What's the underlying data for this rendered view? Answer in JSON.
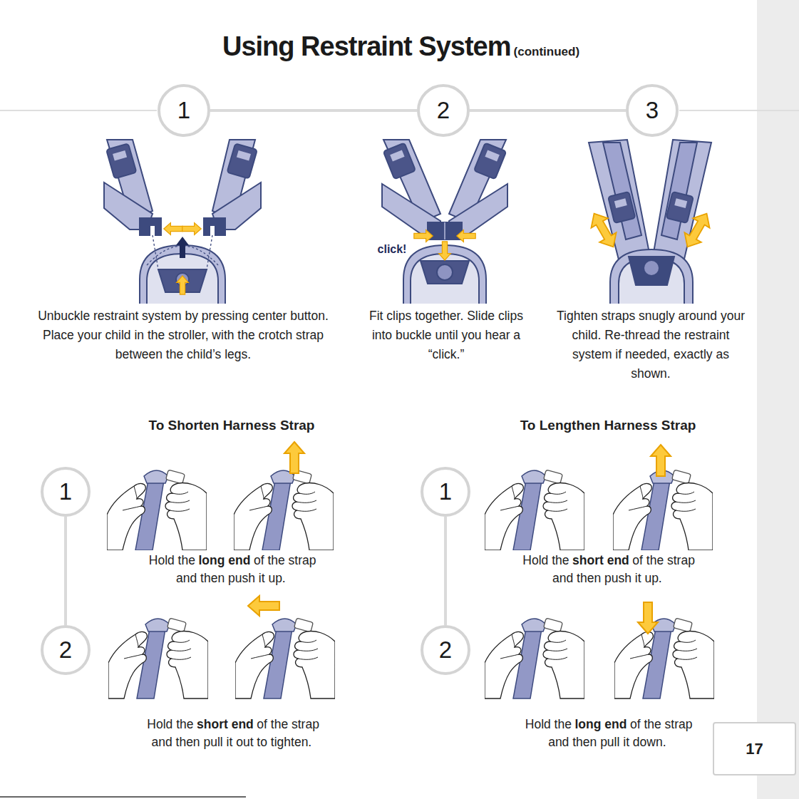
{
  "diagram": {
    "title": "Using Restraint System",
    "nodes": [
      {
        "text": [
          "1"
        ]
      },
      {
        "text": [
          "2"
        ]
      },
      {
        "text": [
          "3"
        ]
      },
      {
        "text": [
          "1"
        ]
      },
      {
        "text": [
          "2"
        ]
      },
      {
        "text": [
          "1"
        ]
      },
      {
        "text": [
          "2"
        ]
      },
      {
        "text": [
          "17"
        ]
      }
    ],
    "edges": [
      {
        "from": 0,
        "to": 1,
        "arrow": "none"
      },
      {
        "from": 1,
        "to": 2,
        "arrow": "none"
      },
      {
        "from": 3,
        "to": 4,
        "arrow": "none"
      },
      {
        "from": 5,
        "to": 6,
        "arrow": "none"
      }
    ],
    "labels": [
      "(continued)",
      "Unbuckle restraint system by pressing center button. Place your child in the stroller, with the crotch strap between the child’s legs.",
      "Fit clips together. Slide clips into buckle until you hear a “click.”",
      "Tighten straps snugly around your child. Re-thread the restraint system if needed, exactly as shown.",
      "click!",
      "To Shorten Harness Strap",
      "To Lengthen Harness Strap",
      "Hold the",
      "long end",
      "of the strap and then push it up.",
      "Hold the",
      "short end",
      "of the strap and then pull it out to tighten.",
      "Hold the",
      "short end",
      "of the strap and then push it up.",
      "Hold the",
      "long end",
      "of the strap and then pull it down."
    ]
  }
}
